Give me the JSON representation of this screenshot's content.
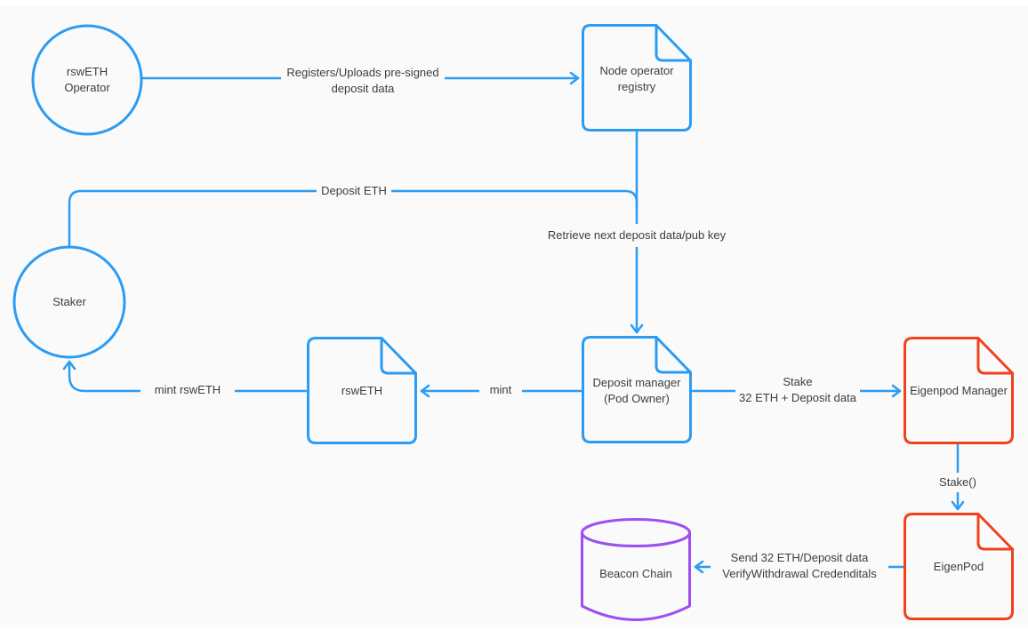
{
  "colors": {
    "bg": "#fafafa",
    "frame": "#ffffff",
    "blue": "#2b9cf4",
    "red": "#f1411d",
    "purple": "#9d4ff0",
    "text": "#3d3d3d"
  },
  "nodes": {
    "rsweth_operator": {
      "shape": "circle",
      "color": "blue",
      "line1": "rswETH",
      "line2": "Operator"
    },
    "node_operator_registry": {
      "shape": "document",
      "color": "blue",
      "line1": "Node operator",
      "line2": "registry"
    },
    "staker": {
      "shape": "circle",
      "color": "blue",
      "line1": "Staker"
    },
    "rsweth": {
      "shape": "document",
      "color": "blue",
      "line1": "rswETH"
    },
    "deposit_manager": {
      "shape": "document",
      "color": "blue",
      "line1": "Deposit manager",
      "line2": "(Pod Owner)"
    },
    "eigenpod_manager": {
      "shape": "document",
      "color": "red",
      "line1": "Eigenpod Manager"
    },
    "eigenpod": {
      "shape": "document",
      "color": "red",
      "line1": "EigenPod"
    },
    "beacon_chain": {
      "shape": "cylinder",
      "color": "purple",
      "line1": "Beacon Chain"
    }
  },
  "edges": {
    "registers": {
      "from": "rsweth_operator",
      "to": "node_operator_registry",
      "line1": "Registers/Uploads pre-signed",
      "line2": "deposit data"
    },
    "retrieve": {
      "from": "node_operator_registry",
      "to": "deposit_manager",
      "line1": "Retrieve next deposit data/pub key"
    },
    "deposit_eth": {
      "from": "staker",
      "to": "deposit_manager",
      "line1": "Deposit ETH"
    },
    "mint": {
      "from": "deposit_manager",
      "to": "rsweth",
      "line1": "mint"
    },
    "mint_rsweth": {
      "from": "rsweth",
      "to": "staker",
      "line1": "mint rswETH"
    },
    "stake": {
      "from": "deposit_manager",
      "to": "eigenpod_manager",
      "line1": "Stake",
      "line2": "32 ETH + Deposit data"
    },
    "stake_call": {
      "from": "eigenpod_manager",
      "to": "eigenpod",
      "line1": "Stake()"
    },
    "send": {
      "from": "eigenpod",
      "to": "beacon_chain",
      "line1": "Send 32 ETH/Deposit data",
      "line2": "VerifyWithdrawal Credenditals"
    }
  }
}
